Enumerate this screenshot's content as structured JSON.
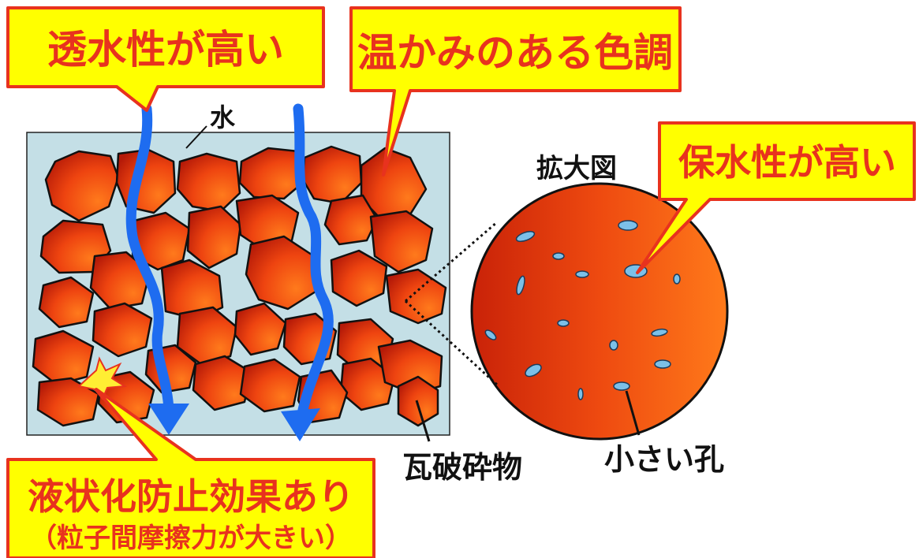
{
  "diagram": {
    "callouts": {
      "permeability": "透水性が高い",
      "warm_tone": "温かみのある色調",
      "water_retention": "保水性が高い",
      "liquefaction_main": "液状化防止効果あり",
      "liquefaction_sub": "（粒子間摩擦力が大きい）"
    },
    "labels": {
      "water": "水",
      "magnified": "拡大図",
      "rubble": "瓦破砕物",
      "pores": "小さい孔"
    },
    "colors": {
      "callout_fill": "#ffff00",
      "callout_border": "#e8321e",
      "callout_text": "#e8321e",
      "water": "#c4dfe6",
      "particle_light": "#ff6a1a",
      "particle_dark": "#b81c08",
      "flow_arrow": "#1e6cf0",
      "pore": "#7cc0e8"
    }
  }
}
